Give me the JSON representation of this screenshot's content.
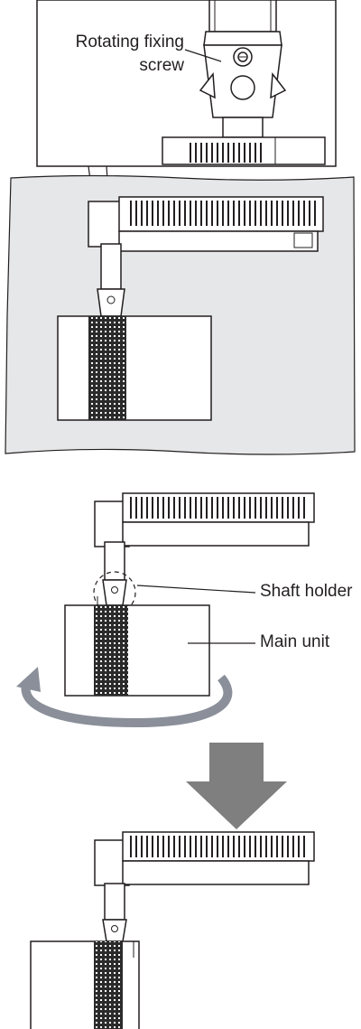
{
  "labels": {
    "rotating_fixing_screw_line1": "Rotating fixing",
    "rotating_fixing_screw_line2": "screw",
    "shaft_holder": "Shaft holder",
    "main_unit": "Main unit"
  },
  "colors": {
    "line": "#231f20",
    "panel_fill": "#e6e7e8",
    "arrow_fill": "#7f7f7f",
    "rotation_arrow": "#8a8f99",
    "dark_fins": "#2b2b2b"
  },
  "icons": {
    "rotation": "curved-rotation-arrow-icon",
    "next_step": "down-arrow-icon"
  }
}
